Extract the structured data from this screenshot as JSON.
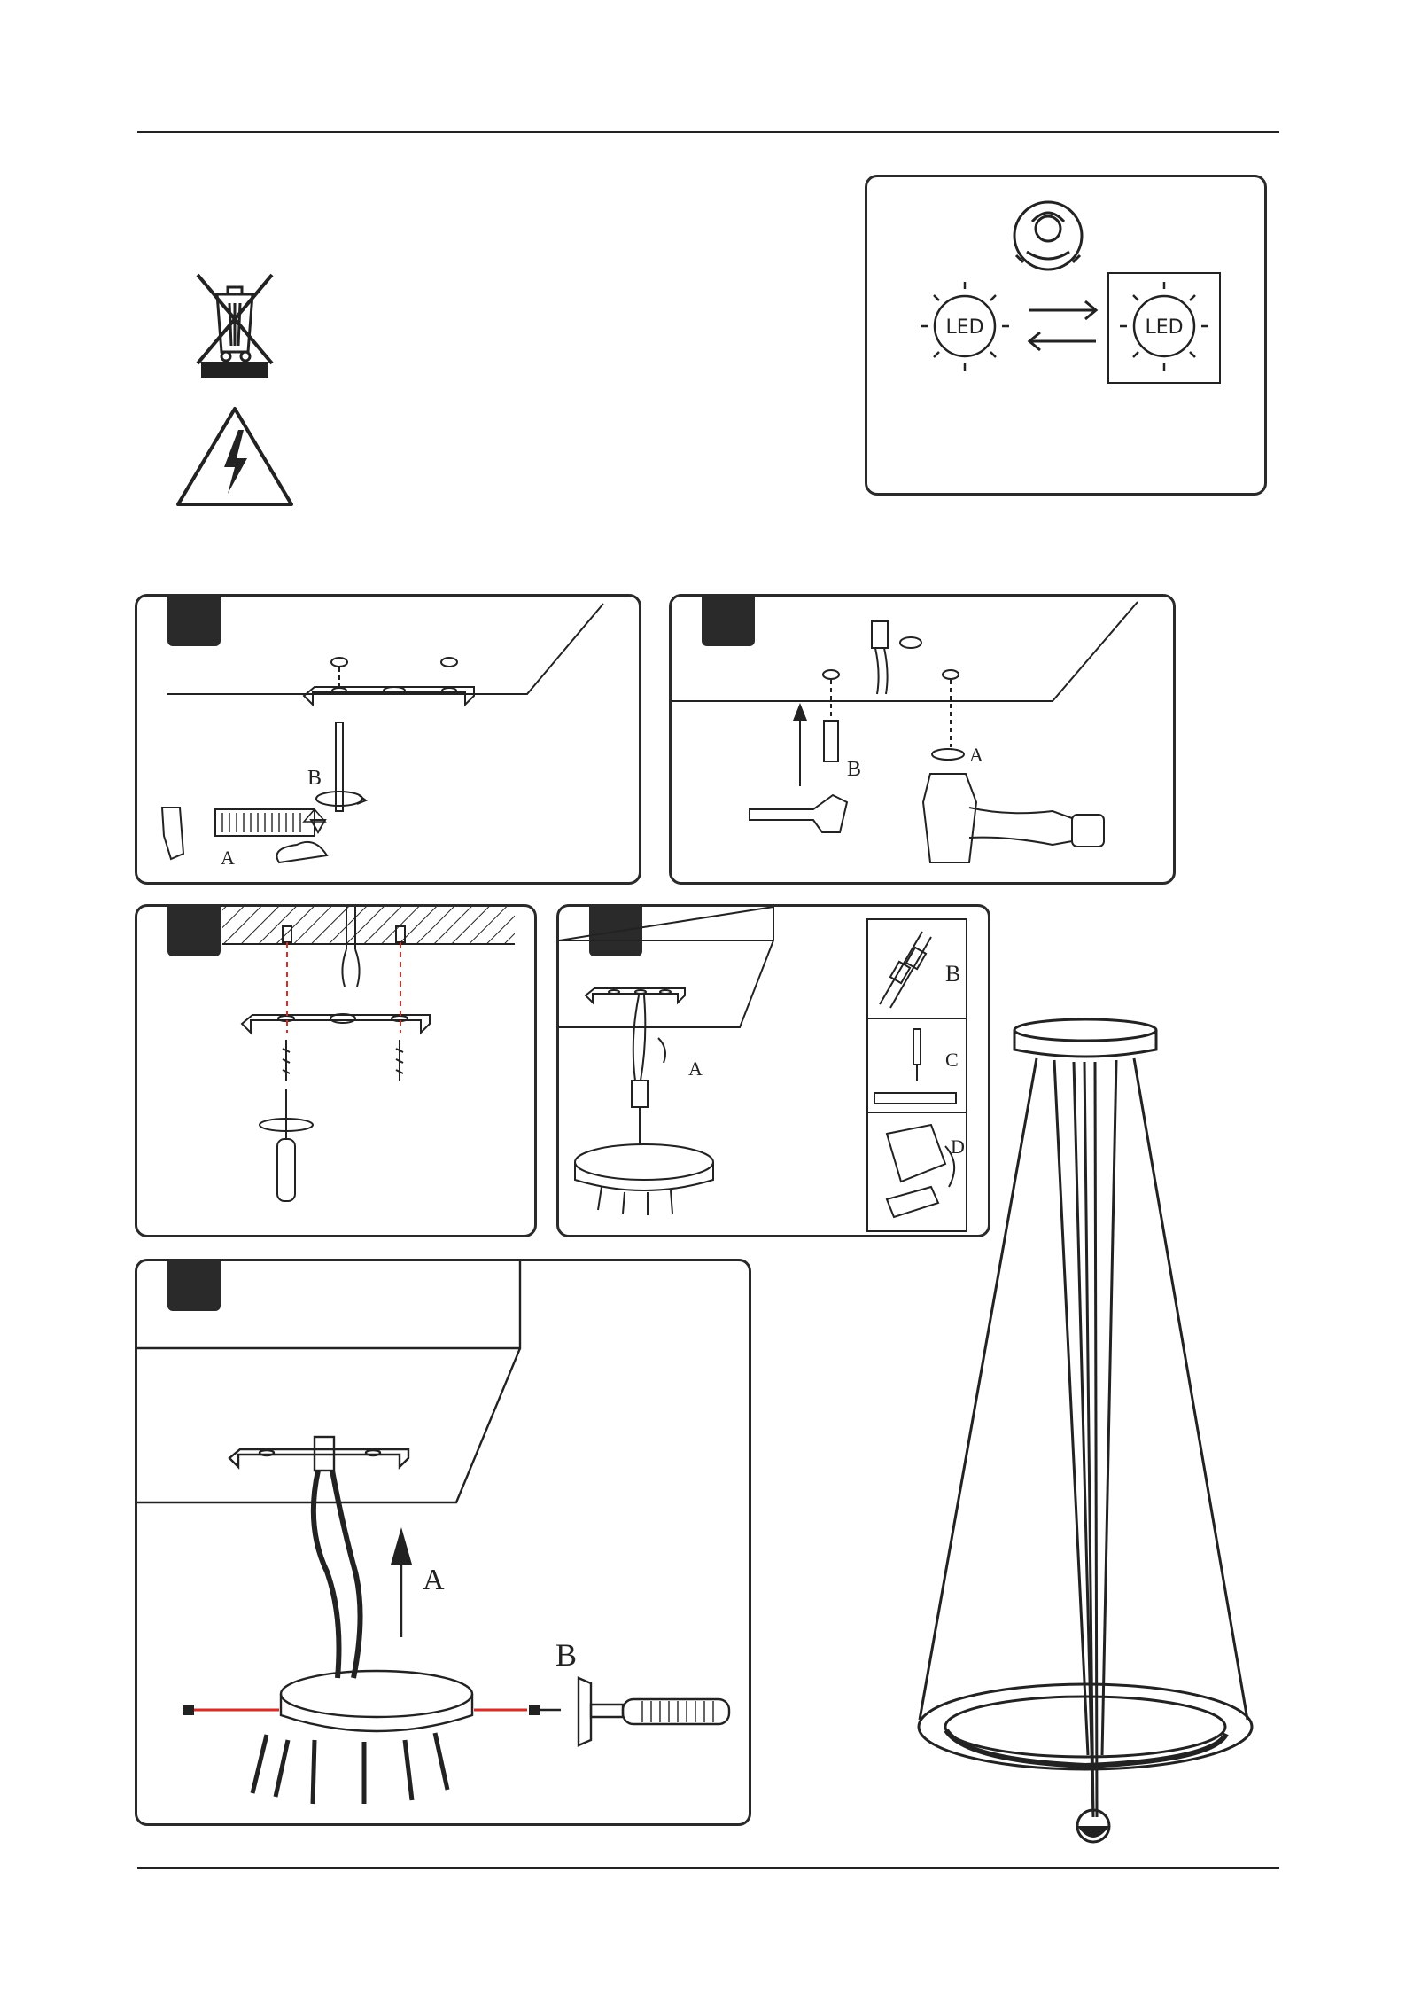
{
  "led_box": {
    "led_left": "LED",
    "led_right": "LED"
  },
  "step1": {
    "label_a": "A",
    "label_b": "B"
  },
  "step2": {
    "label_a": "A",
    "label_b": "B"
  },
  "step4": {
    "label_a": "A",
    "label_b": "B",
    "label_c": "C",
    "label_d": "D"
  },
  "step5": {
    "label_a": "A",
    "label_b": "B"
  },
  "colors": {
    "ink": "#222222",
    "tag": "#2a2a2a",
    "wire_red": "#d0302a"
  }
}
